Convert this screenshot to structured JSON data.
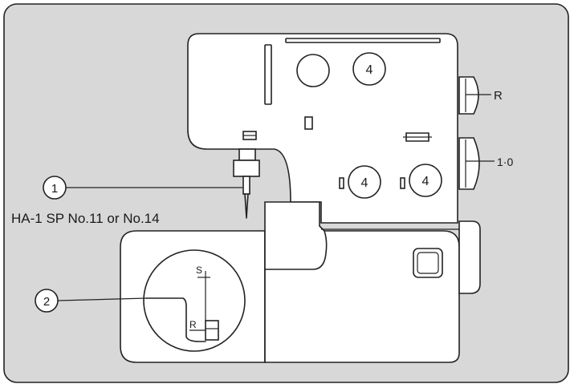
{
  "labels": {
    "callout_1": "①",
    "callout_2": "②",
    "needle_spec": "HA-1 SP No.11 or No.14",
    "knob_top": "R",
    "knob_bottom": "1·0",
    "gauge_s": "S",
    "gauge_r": "R",
    "dial_value": "4"
  },
  "colors": {
    "frame_fill": "#d8d8d8",
    "ink": "#222222",
    "panel": "#ffffff"
  }
}
